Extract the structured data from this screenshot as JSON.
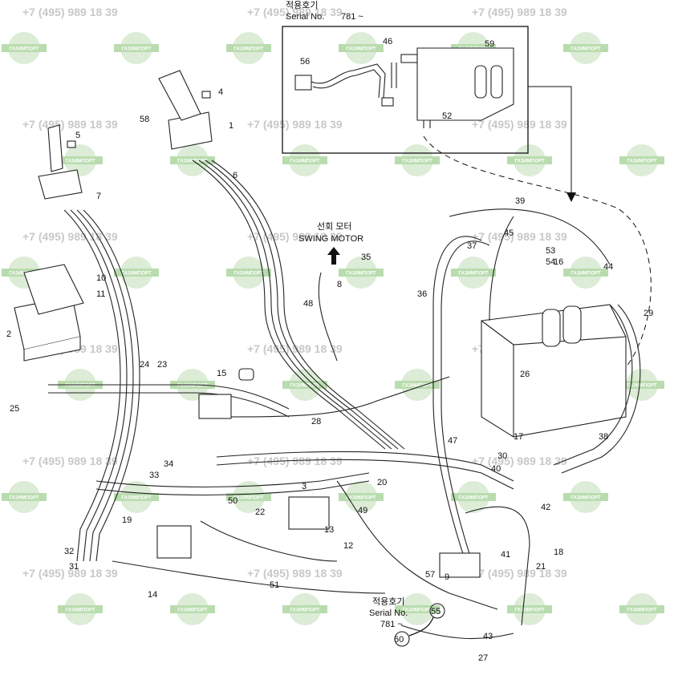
{
  "watermark": {
    "phone": "+7 (495) 989 18 39",
    "logo_text": "ГАЗИМПОРТ"
  },
  "labels": {
    "serial_top_ko": "적용호기",
    "serial_top_en": "Serial No.",
    "serial_top_range": "781 ~",
    "swing_ko": "선회 모터",
    "swing_en": "SWING MOTOR",
    "serial_bottom_ko": "적용호기",
    "serial_bottom_en": "Serial No.",
    "serial_bottom_range": "781 ~"
  },
  "callouts": [
    "1",
    "2",
    "3",
    "4",
    "5",
    "6",
    "7",
    "8",
    "9",
    "10",
    "11",
    "12",
    "13",
    "14",
    "15",
    "16",
    "17",
    "18",
    "19",
    "20",
    "21",
    "22",
    "23",
    "24",
    "25",
    "26",
    "27",
    "28",
    "29",
    "30",
    "31",
    "32",
    "33",
    "34",
    "35",
    "36",
    "37",
    "38",
    "39",
    "40",
    "41",
    "42",
    "43",
    "44",
    "45",
    "46",
    "47",
    "48",
    "49",
    "50",
    "51",
    "52",
    "53",
    "54",
    "55",
    "56",
    "57",
    "58",
    "59",
    "60"
  ]
}
